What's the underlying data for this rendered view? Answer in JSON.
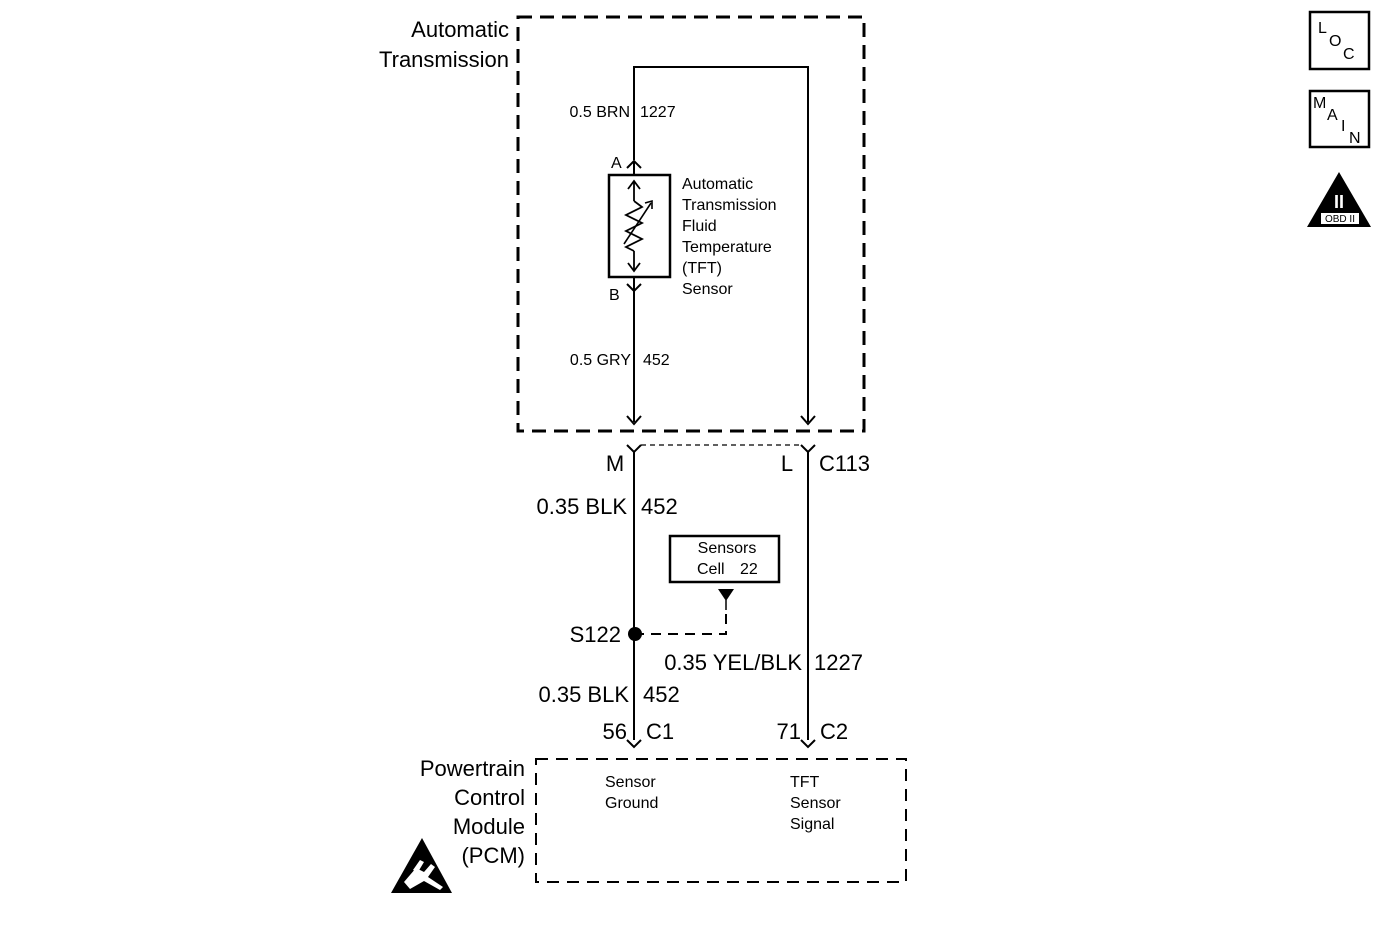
{
  "transmission": {
    "title_line1": "Automatic",
    "title_line2": "Transmission",
    "wire_top_label": "0.5 BRN",
    "wire_top_circuit": "1227",
    "wire_mid_label": "0.5 GRY",
    "wire_mid_circuit": "452"
  },
  "sensor": {
    "pin_a": "A",
    "pin_b": "B",
    "name_line1": "Automatic",
    "name_line2": "Transmission",
    "name_line3": "Fluid",
    "name_line4": "Temperature",
    "name_line5": "(TFT)",
    "name_line6": "Sensor"
  },
  "connector_c113": {
    "pin_m": "M",
    "pin_l": "L",
    "name": "C113"
  },
  "harness": {
    "wire_blk_upper_label": "0.35 BLK",
    "wire_blk_upper_circuit": "452",
    "splice": "S122",
    "wire_yel_label": "0.35 YEL/BLK",
    "wire_yel_circuit": "1227",
    "wire_blk_lower_label": "0.35 BLK",
    "wire_blk_lower_circuit": "452"
  },
  "reference_box": {
    "line1": "Sensors",
    "line2": "Cell",
    "cell_number": "22"
  },
  "pcm_connectors": {
    "pin_56": "56",
    "c1": "C1",
    "pin_71": "71",
    "c2": "C2"
  },
  "pcm": {
    "title_line1": "Powertrain",
    "title_line2": "Control",
    "title_line3": "Module",
    "title_line4": "(PCM)",
    "ground_line1": "Sensor",
    "ground_line2": "Ground",
    "signal_line1": "TFT",
    "signal_line2": "Sensor",
    "signal_line3": "Signal"
  },
  "badges": {
    "loc_l": "L",
    "loc_o": "O",
    "loc_c": "C",
    "main_m": "M",
    "main_a": "A",
    "main_i": "I",
    "main_n": "N",
    "obd_numeral": "II",
    "obd_text": "OBD II"
  },
  "icons": {
    "esd": "esd-warning-icon",
    "obd": "obd-ii-icon"
  }
}
